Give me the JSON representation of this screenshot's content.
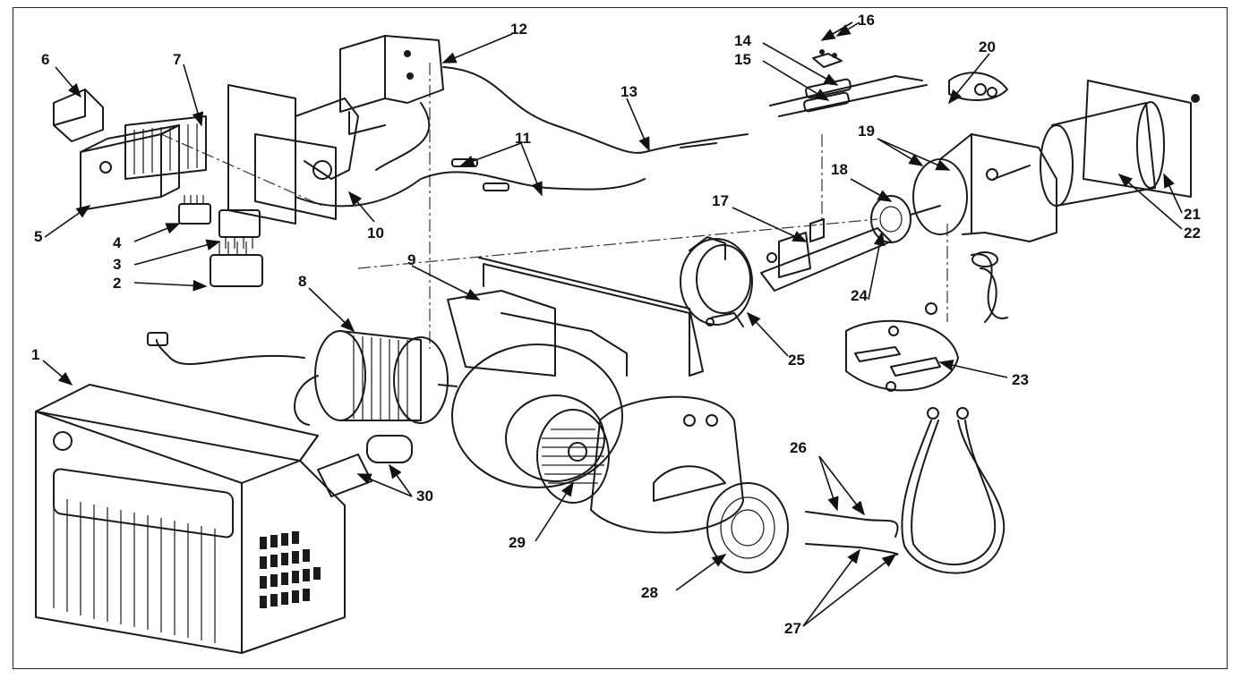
{
  "diagram": {
    "callouts": [
      "1",
      "2",
      "3",
      "4",
      "5",
      "6",
      "7",
      "8",
      "9",
      "10",
      "11",
      "12",
      "13",
      "14",
      "15",
      "16",
      "17",
      "18",
      "19",
      "20",
      "21",
      "22",
      "23",
      "24",
      "25",
      "26",
      "27",
      "28",
      "29",
      "30"
    ]
  },
  "colors": {
    "ink": "#1a1a1a",
    "paper": "#ffffff"
  }
}
